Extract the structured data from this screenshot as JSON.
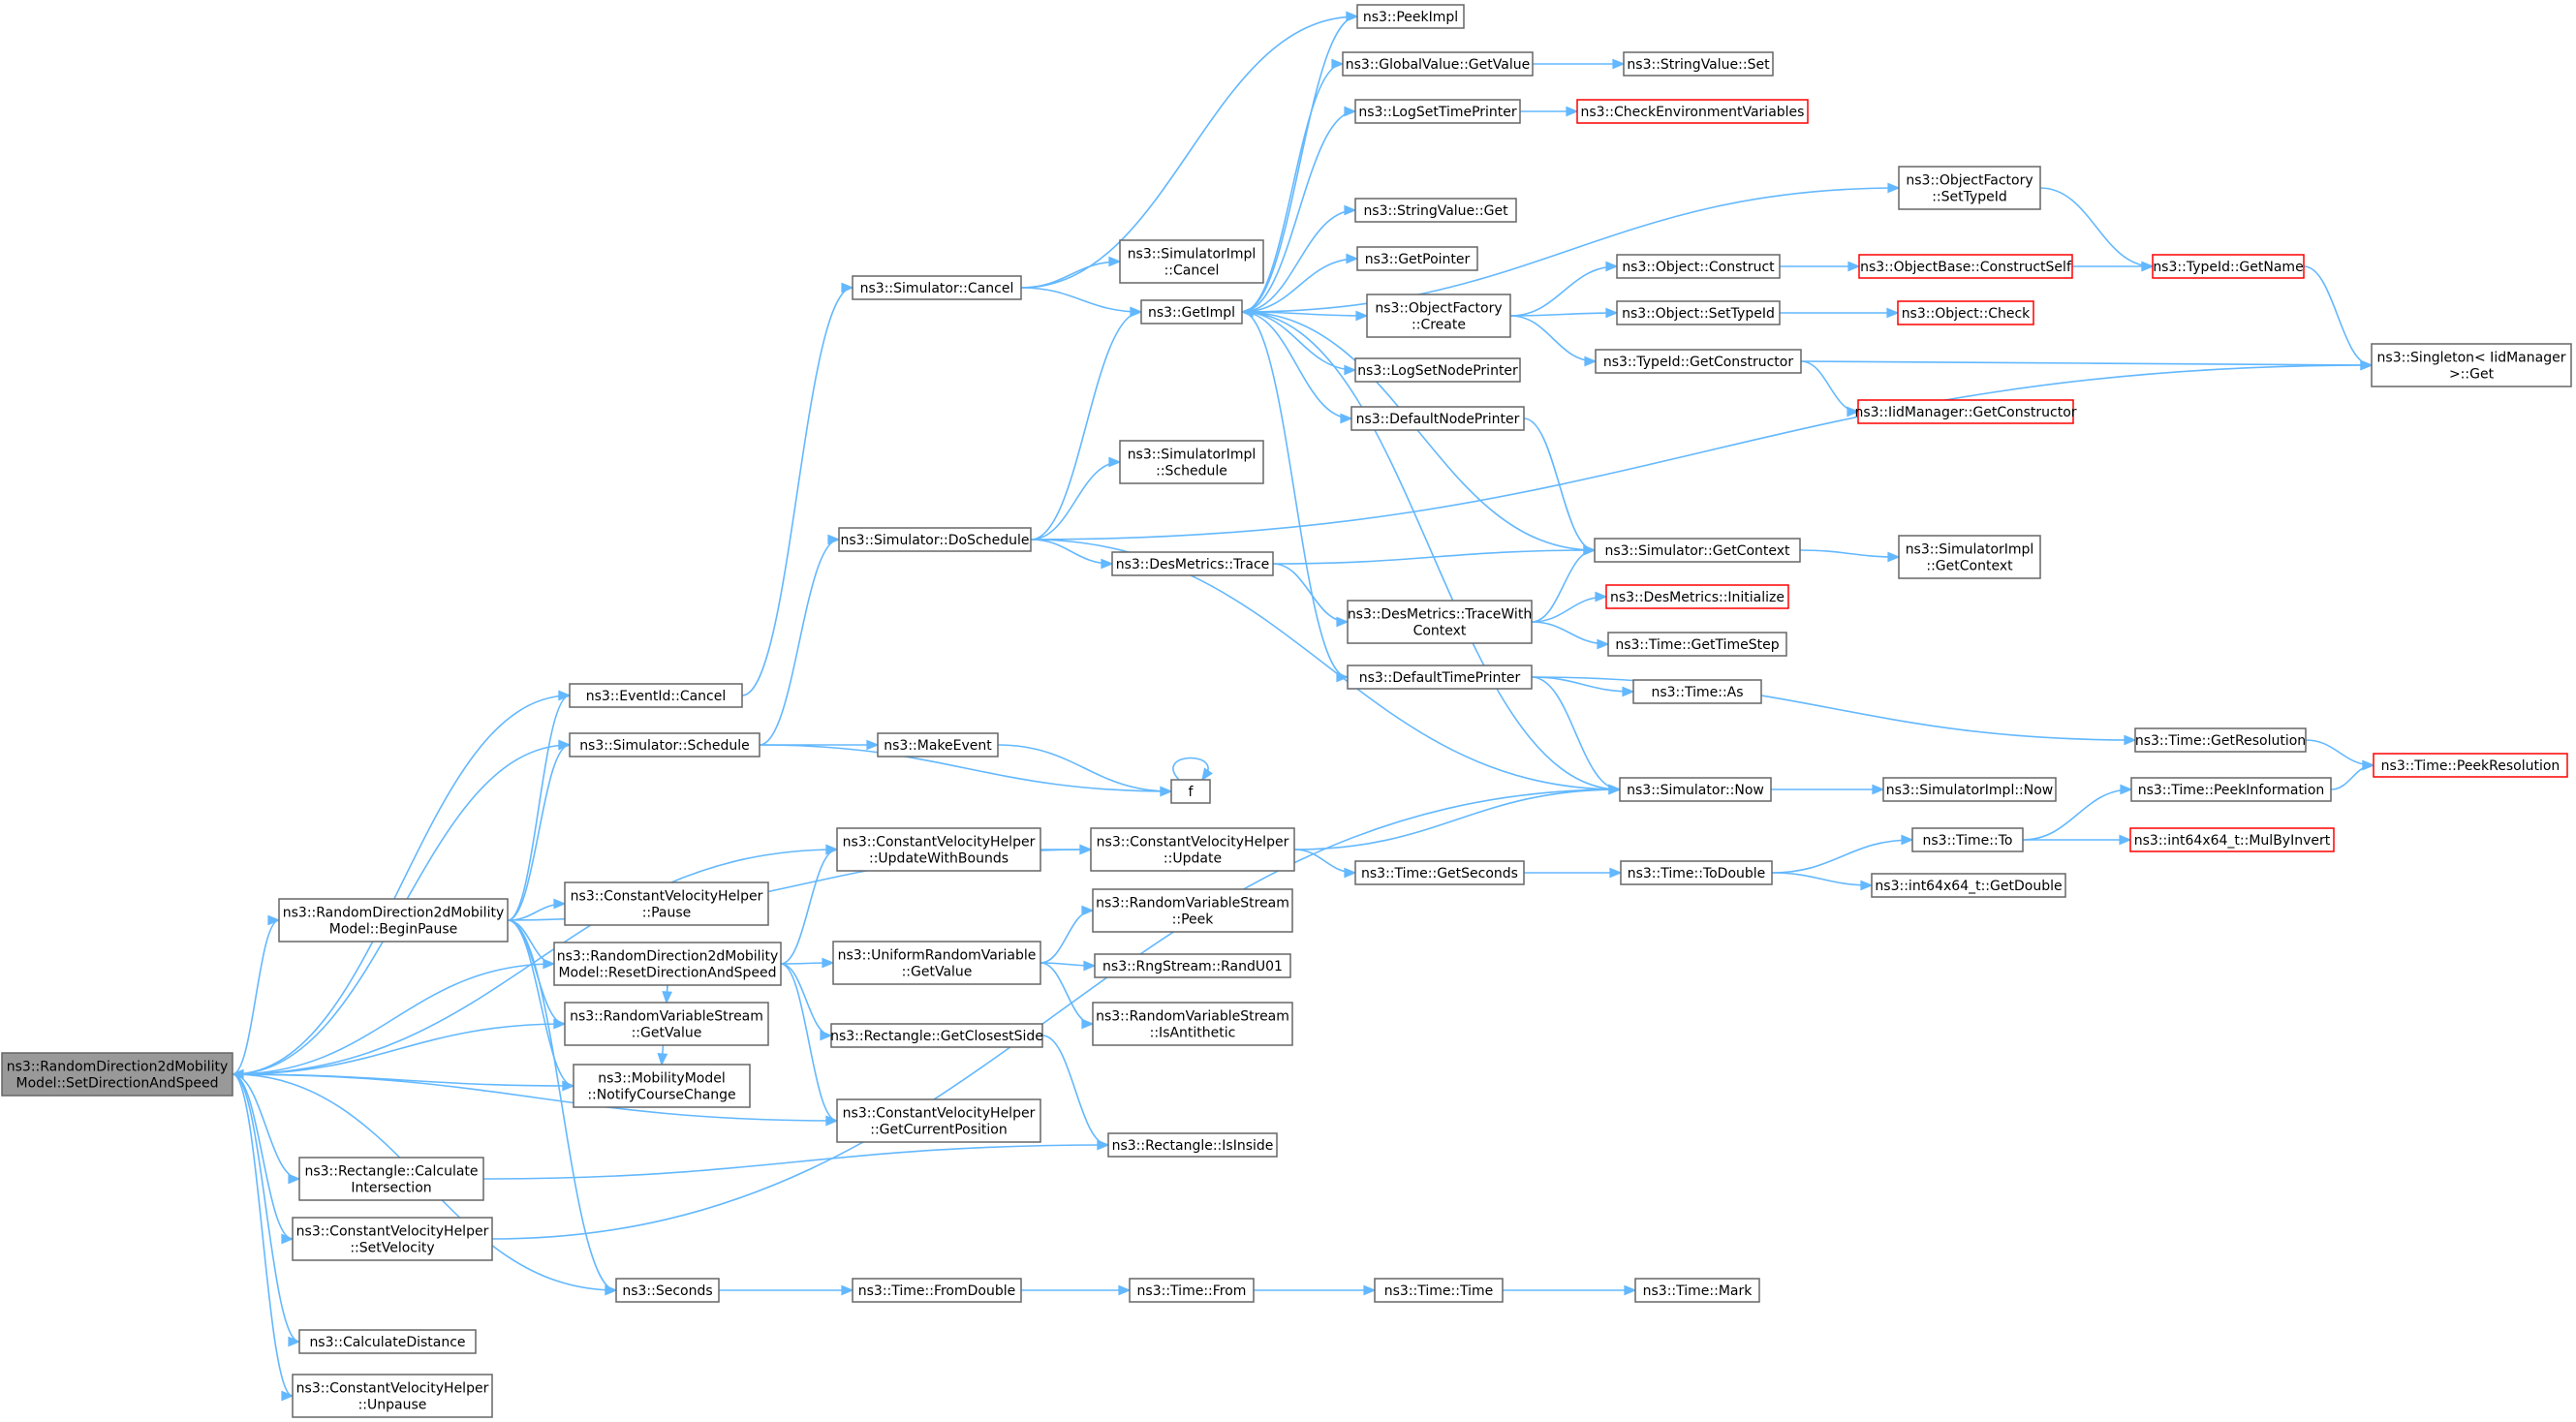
{
  "colors": {
    "edge": "#63b8ff",
    "box_border": "#666666",
    "box_border_truncated": "#ff0000",
    "root_fill": "#999999",
    "box_fill": "#ffffff"
  },
  "nodes": [
    {
      "id": "root",
      "lines": [
        "ns3::RandomDirection2dMobility",
        "Model::SetDirectionAndSpeed"
      ],
      "style": "root"
    },
    {
      "id": "beginPause",
      "lines": [
        "ns3::RandomDirection2dMobility",
        "Model::BeginPause"
      ]
    },
    {
      "id": "eventCancel",
      "lines": [
        "ns3::EventId::Cancel"
      ]
    },
    {
      "id": "schedule",
      "lines": [
        "ns3::Simulator::Schedule"
      ]
    },
    {
      "id": "cvhUpdateWithBounds",
      "lines": [
        "ns3::ConstantVelocityHelper",
        "::UpdateWithBounds"
      ]
    },
    {
      "id": "cvhPause",
      "lines": [
        "ns3::ConstantVelocityHelper",
        "::Pause"
      ]
    },
    {
      "id": "resetDir",
      "lines": [
        "ns3::RandomDirection2dMobility",
        "Model::ResetDirectionAndSpeed"
      ]
    },
    {
      "id": "rvsGetValue",
      "lines": [
        "ns3::RandomVariableStream",
        "::GetValue"
      ]
    },
    {
      "id": "notifyCourse",
      "lines": [
        "ns3::MobilityModel",
        "::NotifyCourseChange"
      ]
    },
    {
      "id": "cvhGetCurrentPos",
      "lines": [
        "ns3::ConstantVelocityHelper",
        "::GetCurrentPosition"
      ]
    },
    {
      "id": "rectCalcInter",
      "lines": [
        "ns3::Rectangle::Calculate",
        "Intersection"
      ]
    },
    {
      "id": "cvhSetVelocity",
      "lines": [
        "ns3::ConstantVelocityHelper",
        "::SetVelocity"
      ]
    },
    {
      "id": "seconds",
      "lines": [
        "ns3::Seconds"
      ]
    },
    {
      "id": "calcDistance",
      "lines": [
        "ns3::CalculateDistance"
      ]
    },
    {
      "id": "cvhUnpause",
      "lines": [
        "ns3::ConstantVelocityHelper",
        "::Unpause"
      ]
    },
    {
      "id": "simCancel",
      "lines": [
        "ns3::Simulator::Cancel"
      ]
    },
    {
      "id": "simDoSchedule",
      "lines": [
        "ns3::Simulator::DoSchedule"
      ]
    },
    {
      "id": "makeEvent",
      "lines": [
        "ns3::MakeEvent"
      ]
    },
    {
      "id": "f",
      "lines": [
        "f"
      ]
    },
    {
      "id": "cvhUpdate",
      "lines": [
        "ns3::ConstantVelocityHelper",
        "::Update"
      ]
    },
    {
      "id": "urvGetValue",
      "lines": [
        "ns3::UniformRandomVariable",
        "::GetValue"
      ]
    },
    {
      "id": "rectGetClosestSide",
      "lines": [
        "ns3::Rectangle::GetClosestSide"
      ]
    },
    {
      "id": "simImplCancel",
      "lines": [
        "ns3::SimulatorImpl",
        "::Cancel"
      ]
    },
    {
      "id": "getImpl",
      "lines": [
        "ns3::GetImpl"
      ]
    },
    {
      "id": "simImplSchedule",
      "lines": [
        "ns3::SimulatorImpl",
        "::Schedule"
      ]
    },
    {
      "id": "desTrace",
      "lines": [
        "ns3::DesMetrics::Trace"
      ]
    },
    {
      "id": "rvsPeek",
      "lines": [
        "ns3::RandomVariableStream",
        "::Peek"
      ]
    },
    {
      "id": "rngRandU01",
      "lines": [
        "ns3::RngStream::RandU01"
      ]
    },
    {
      "id": "rvsIsAnti",
      "lines": [
        "ns3::RandomVariableStream",
        "::IsAntithetic"
      ]
    },
    {
      "id": "rectIsInside",
      "lines": [
        "ns3::Rectangle::IsInside"
      ]
    },
    {
      "id": "timeFromDouble",
      "lines": [
        "ns3::Time::FromDouble"
      ]
    },
    {
      "id": "timeFrom",
      "lines": [
        "ns3::Time::From"
      ]
    },
    {
      "id": "timeTime",
      "lines": [
        "ns3::Time::Time"
      ]
    },
    {
      "id": "timeMark",
      "lines": [
        "ns3::Time::Mark"
      ]
    },
    {
      "id": "peekImpl",
      "lines": [
        "ns3::PeekImpl"
      ]
    },
    {
      "id": "gvGetValue",
      "lines": [
        "ns3::GlobalValue::GetValue"
      ]
    },
    {
      "id": "logSetTime",
      "lines": [
        "ns3::LogSetTimePrinter"
      ]
    },
    {
      "id": "svGet",
      "lines": [
        "ns3::StringValue::Get"
      ]
    },
    {
      "id": "getPointer",
      "lines": [
        "ns3::GetPointer"
      ]
    },
    {
      "id": "ofCreate",
      "lines": [
        "ns3::ObjectFactory",
        "::Create"
      ]
    },
    {
      "id": "logSetNode",
      "lines": [
        "ns3::LogSetNodePrinter"
      ]
    },
    {
      "id": "defNodePrinter",
      "lines": [
        "ns3::DefaultNodePrinter"
      ]
    },
    {
      "id": "desTraceWith",
      "lines": [
        "ns3::DesMetrics::TraceWith",
        "Context"
      ]
    },
    {
      "id": "defTimePrinter",
      "lines": [
        "ns3::DefaultTimePrinter"
      ]
    },
    {
      "id": "timeGetSeconds",
      "lines": [
        "ns3::Time::GetSeconds"
      ]
    },
    {
      "id": "svSet",
      "lines": [
        "ns3::StringValue::Set"
      ]
    },
    {
      "id": "checkEnv",
      "lines": [
        "ns3::CheckEnvironmentVariables"
      ],
      "style": "truncated"
    },
    {
      "id": "objConstruct",
      "lines": [
        "ns3::Object::Construct"
      ]
    },
    {
      "id": "objSetTypeId",
      "lines": [
        "ns3::Object::SetTypeId"
      ]
    },
    {
      "id": "typeGetCtor",
      "lines": [
        "ns3::TypeId::GetConstructor"
      ]
    },
    {
      "id": "simGetContext",
      "lines": [
        "ns3::Simulator::GetContext"
      ]
    },
    {
      "id": "desInit",
      "lines": [
        "ns3::DesMetrics::Initialize"
      ],
      "style": "truncated"
    },
    {
      "id": "timeGetTimeStep",
      "lines": [
        "ns3::Time::GetTimeStep"
      ]
    },
    {
      "id": "timeAs",
      "lines": [
        "ns3::Time::As"
      ]
    },
    {
      "id": "simNow",
      "lines": [
        "ns3::Simulator::Now"
      ]
    },
    {
      "id": "timeToDouble",
      "lines": [
        "ns3::Time::ToDouble"
      ]
    },
    {
      "id": "objBaseCtorSelf",
      "lines": [
        "ns3::ObjectBase::ConstructSelf"
      ],
      "style": "truncated"
    },
    {
      "id": "objCheck",
      "lines": [
        "ns3::Object::Check"
      ],
      "style": "truncated"
    },
    {
      "id": "iidGetCtor",
      "lines": [
        "ns3::IidManager::GetConstructor"
      ],
      "style": "truncated"
    },
    {
      "id": "ofSetTypeId",
      "lines": [
        "ns3::ObjectFactory",
        "::SetTypeId"
      ]
    },
    {
      "id": "simImplGetContext",
      "lines": [
        "ns3::SimulatorImpl",
        "::GetContext"
      ]
    },
    {
      "id": "simImplNow",
      "lines": [
        "ns3::SimulatorImpl::Now"
      ]
    },
    {
      "id": "timeGetResolution",
      "lines": [
        "ns3::Time::GetResolution"
      ]
    },
    {
      "id": "timeTo",
      "lines": [
        "ns3::Time::To"
      ]
    },
    {
      "id": "i64GetDouble",
      "lines": [
        "ns3::int64x64_t::GetDouble"
      ]
    },
    {
      "id": "typeGetName",
      "lines": [
        "ns3::TypeId::GetName"
      ],
      "style": "truncated"
    },
    {
      "id": "timePeekInfo",
      "lines": [
        "ns3::Time::PeekInformation"
      ]
    },
    {
      "id": "i64MulByInvert",
      "lines": [
        "ns3::int64x64_t::MulByInvert"
      ],
      "style": "truncated"
    },
    {
      "id": "singletonGet",
      "lines": [
        "ns3::Singleton< IidManager",
        " >::Get"
      ]
    },
    {
      "id": "timePeekRes",
      "lines": [
        "ns3::Time::PeekResolution"
      ],
      "style": "truncated"
    }
  ],
  "edges": [
    [
      "root",
      "beginPause"
    ],
    [
      "root",
      "eventCancel"
    ],
    [
      "root",
      "schedule"
    ],
    [
      "root",
      "cvhUpdateWithBounds"
    ],
    [
      "root",
      "rvsGetValue"
    ],
    [
      "root",
      "notifyCourse"
    ],
    [
      "root",
      "cvhGetCurrentPos"
    ],
    [
      "root",
      "rectCalcInter"
    ],
    [
      "root",
      "cvhSetVelocity"
    ],
    [
      "root",
      "seconds"
    ],
    [
      "root",
      "calcDistance"
    ],
    [
      "root",
      "cvhUnpause"
    ],
    [
      "beginPause",
      "eventCancel"
    ],
    [
      "beginPause",
      "schedule"
    ],
    [
      "beginPause",
      "cvhUpdate"
    ],
    [
      "beginPause",
      "cvhPause"
    ],
    [
      "beginPause",
      "resetDir"
    ],
    [
      "beginPause",
      "rvsGetValue"
    ],
    [
      "beginPause",
      "notifyCourse"
    ],
    [
      "beginPause",
      "seconds"
    ],
    [
      "resetDir",
      "root"
    ],
    [
      "resetDir",
      "cvhUpdateWithBounds"
    ],
    [
      "resetDir",
      "urvGetValue"
    ],
    [
      "resetDir",
      "rectGetClosestSide"
    ],
    [
      "resetDir",
      "cvhGetCurrentPos"
    ],
    [
      "resetDir",
      "rvsGetValue"
    ],
    [
      "resetDir",
      "notifyCourse"
    ],
    [
      "eventCancel",
      "simCancel"
    ],
    [
      "schedule",
      "simDoSchedule"
    ],
    [
      "schedule",
      "makeEvent"
    ],
    [
      "schedule",
      "f"
    ],
    [
      "makeEvent",
      "f"
    ],
    [
      "f",
      "f"
    ],
    [
      "cvhUpdateWithBounds",
      "cvhUpdate"
    ],
    [
      "cvhUpdate",
      "simNow"
    ],
    [
      "cvhUpdate",
      "timeGetSeconds"
    ],
    [
      "urvGetValue",
      "rvsPeek"
    ],
    [
      "urvGetValue",
      "rngRandU01"
    ],
    [
      "urvGetValue",
      "rvsIsAnti"
    ],
    [
      "rectGetClosestSide",
      "rectIsInside"
    ],
    [
      "rectCalcInter",
      "rectIsInside"
    ],
    [
      "cvhSetVelocity",
      "simNow"
    ],
    [
      "seconds",
      "timeFromDouble"
    ],
    [
      "timeFromDouble",
      "timeFrom"
    ],
    [
      "timeFrom",
      "timeTime"
    ],
    [
      "timeTime",
      "timeMark"
    ],
    [
      "simCancel",
      "peekImpl"
    ],
    [
      "simCancel",
      "simImplCancel"
    ],
    [
      "simCancel",
      "getImpl"
    ],
    [
      "simDoSchedule",
      "getImpl"
    ],
    [
      "simDoSchedule",
      "simImplSchedule"
    ],
    [
      "simDoSchedule",
      "desTrace"
    ],
    [
      "simDoSchedule",
      "singletonGet"
    ],
    [
      "simDoSchedule",
      "simNow"
    ],
    [
      "getImpl",
      "peekImpl"
    ],
    [
      "getImpl",
      "gvGetValue"
    ],
    [
      "getImpl",
      "logSetTime"
    ],
    [
      "getImpl",
      "ofSetTypeId"
    ],
    [
      "getImpl",
      "svGet"
    ],
    [
      "getImpl",
      "getPointer"
    ],
    [
      "getImpl",
      "ofCreate"
    ],
    [
      "getImpl",
      "logSetNode"
    ],
    [
      "getImpl",
      "defNodePrinter"
    ],
    [
      "getImpl",
      "defTimePrinter"
    ],
    [
      "gvGetValue",
      "svSet"
    ],
    [
      "logSetTime",
      "checkEnv"
    ],
    [
      "ofCreate",
      "objConstruct"
    ],
    [
      "ofCreate",
      "objSetTypeId"
    ],
    [
      "ofCreate",
      "typeGetCtor"
    ],
    [
      "defNodePrinter",
      "simGetContext"
    ],
    [
      "desTrace",
      "simGetContext"
    ],
    [
      "desTrace",
      "desTraceWith"
    ],
    [
      "desTraceWith",
      "simGetContext"
    ],
    [
      "desTraceWith",
      "desInit"
    ],
    [
      "desTraceWith",
      "timeGetTimeStep"
    ],
    [
      "defTimePrinter",
      "timeAs"
    ],
    [
      "defTimePrinter",
      "simNow"
    ],
    [
      "defTimePrinter",
      "timeGetResolution"
    ],
    [
      "simGetContext",
      "getImpl"
    ],
    [
      "simGetContext",
      "simImplGetContext"
    ],
    [
      "simNow",
      "getImpl"
    ],
    [
      "simNow",
      "simImplNow"
    ],
    [
      "timeGetSeconds",
      "timeToDouble"
    ],
    [
      "timeToDouble",
      "timeTo"
    ],
    [
      "timeToDouble",
      "i64GetDouble"
    ],
    [
      "objConstruct",
      "objBaseCtorSelf"
    ],
    [
      "objSetTypeId",
      "objCheck"
    ],
    [
      "typeGetCtor",
      "iidGetCtor"
    ],
    [
      "typeGetCtor",
      "singletonGet"
    ],
    [
      "objBaseCtorSelf",
      "typeGetName"
    ],
    [
      "ofSetTypeId",
      "typeGetName"
    ],
    [
      "typeGetName",
      "singletonGet"
    ],
    [
      "timeGetResolution",
      "timePeekRes"
    ],
    [
      "timeTo",
      "timePeekInfo"
    ],
    [
      "timeTo",
      "i64MulByInvert"
    ],
    [
      "timePeekInfo",
      "timePeekRes"
    ]
  ]
}
